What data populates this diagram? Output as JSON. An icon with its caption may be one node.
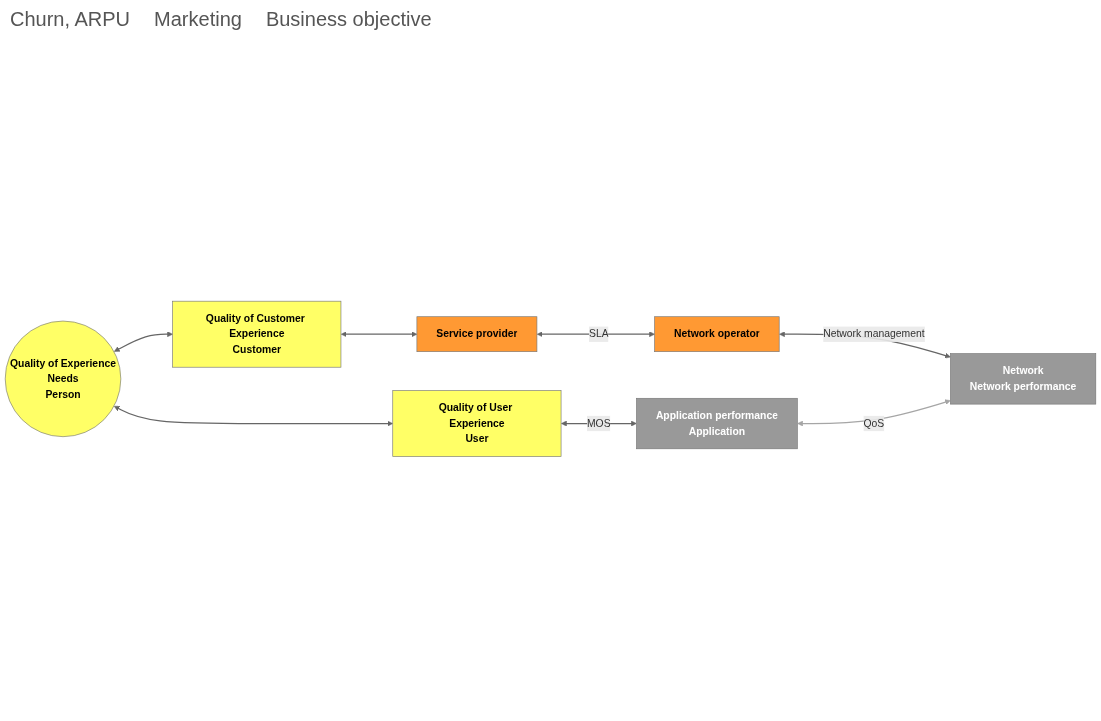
{
  "diagram": {
    "nodes": [
      {
        "text": [
          "Quality of Experience",
          "Needs",
          "Person"
        ]
      },
      {
        "text": [
          "Quality of User Experience",
          "User"
        ]
      },
      {
        "text": [
          "Application performance",
          "Application"
        ]
      },
      {
        "text": [
          "Quality of Customer Experience",
          "Customer"
        ]
      },
      {
        "text": [
          "Service provider"
        ]
      },
      {
        "text": [
          "Network operator"
        ]
      },
      {
        "text": [
          "Network",
          "Network performance"
        ]
      }
    ],
    "edges": [
      {
        "from": 0,
        "to": 1,
        "arrow": "both"
      },
      {
        "from": 1,
        "to": 2,
        "arrow": "both",
        "label": "MOS"
      },
      {
        "from": 0,
        "to": 3,
        "arrow": "both"
      },
      {
        "from": 3,
        "to": 4,
        "arrow": "both"
      },
      {
        "from": 4,
        "to": 5,
        "arrow": "both",
        "label": "SLA"
      },
      {
        "from": 5,
        "to": 6,
        "arrow": "both",
        "label": "Network management"
      },
      {
        "from": 2,
        "to": 6,
        "arrow": "both",
        "label": "QoS",
        "color": "#a6a6a6"
      }
    ],
    "labels": [
      "Churn, ARPU",
      "Marketing",
      "Business objective"
    ]
  }
}
